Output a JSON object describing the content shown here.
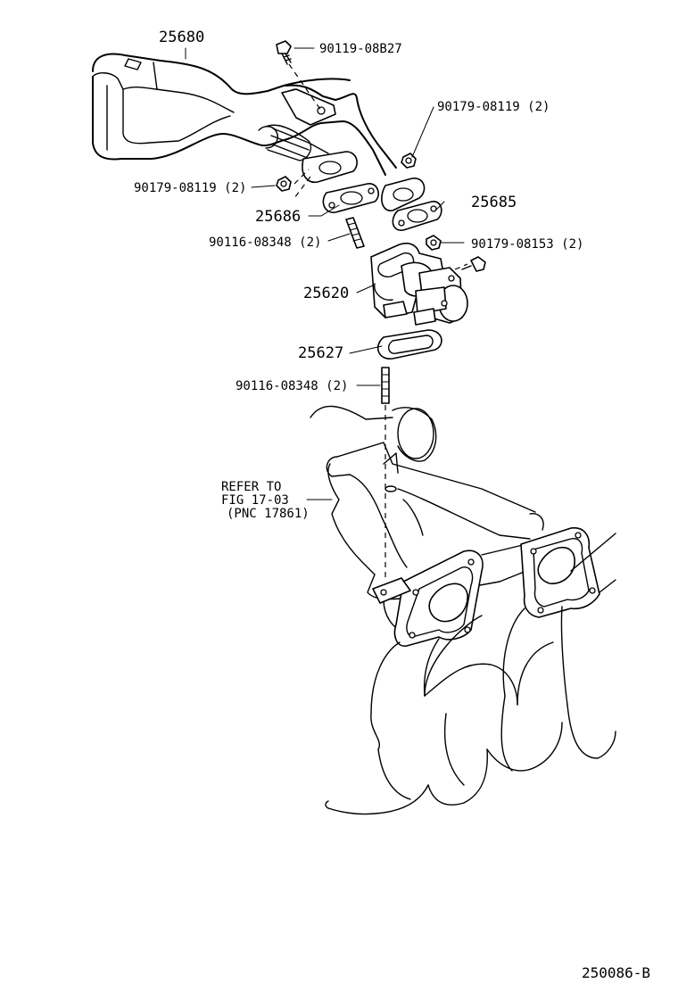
{
  "callouts": {
    "pipe": "25680",
    "bolt_top": "90119-08B27",
    "nut_right": "90179-08119 (2)",
    "nut_left": "90179-08119 (2)",
    "gasket_right": "25685",
    "gasket_left": "25686",
    "stud_upper": "90116-08348 (2)",
    "nut_valve": "90179-08153 (2)",
    "egr_valve": "25620",
    "valve_gasket": "25627",
    "stud_lower": "90116-08348 (2)"
  },
  "reference_note": {
    "line1": "REFER TO",
    "line2": "FIG 17-03",
    "line3": "(PNC 17861)"
  },
  "figure_code": "250086-B"
}
